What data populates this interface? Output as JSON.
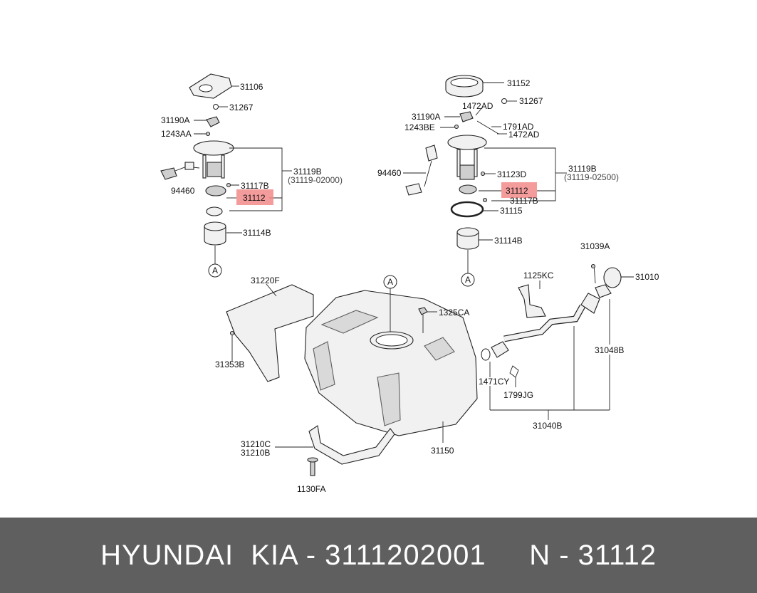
{
  "labels": {
    "l_31106": "31106",
    "l_31267a": "31267",
    "l_31190A_a": "31190A",
    "l_1243AA": "1243AA",
    "l_31119B_a": "31119B",
    "l_31119B_a_sub": "(31119-02000)",
    "l_31117B_a": "31117B",
    "l_31112_a": "31112",
    "l_94460_a": "94460",
    "l_31114B_a": "31114B",
    "l_A_a": "A",
    "l_31152": "31152",
    "l_31267b": "31267",
    "l_1472AD_a": "1472AD",
    "l_31190A_b": "31190A",
    "l_1243BE": "1243BE",
    "l_1791AD": "1791AD",
    "l_1472AD_b": "1472AD",
    "l_31119B_b": "31119B",
    "l_31119B_b_sub": "(31119-02500)",
    "l_94460_b": "94460",
    "l_31123D": "31123D",
    "l_31112_b": "31112",
    "l_31117B_b": "31117B",
    "l_31115": "31115",
    "l_31114B_b": "31114B",
    "l_A_b": "A",
    "l_31039A": "31039A",
    "l_31010": "31010",
    "l_1125KC": "1125KC",
    "l_31220F": "31220F",
    "l_A_c": "A",
    "l_1325CA": "1325CA",
    "l_31353B": "31353B",
    "l_31048B": "31048B",
    "l_1471CY": "1471CY",
    "l_1799JG": "1799JG",
    "l_31040B": "31040B",
    "l_31210C": "31210C",
    "l_31210B": "31210B",
    "l_31150": "31150",
    "l_1130FA": "1130FA"
  },
  "footer": {
    "text": "HYUNDAI  KIA - 3111202001     N - 31112"
  },
  "colors": {
    "highlight": "#f28a8a",
    "footer_bg": "#5f5f5f",
    "footer_text": "#ffffff"
  }
}
